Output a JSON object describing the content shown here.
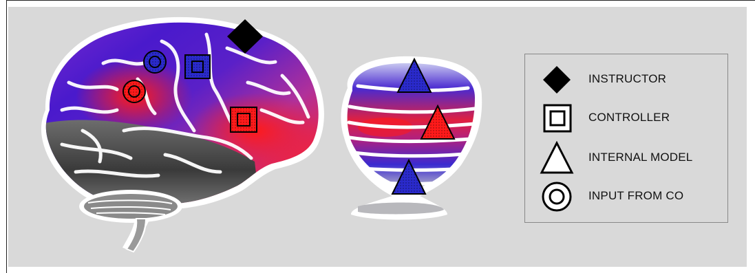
{
  "legend": {
    "items": [
      {
        "label": "INSTRUCTOR",
        "icon": "diamond-icon"
      },
      {
        "label": "CONTROLLER",
        "icon": "square-icon"
      },
      {
        "label": "INTERNAL MODEL",
        "icon": "triangle-icon"
      },
      {
        "label": "INPUT FROM CO",
        "icon": "circle-icon"
      }
    ]
  },
  "colors": {
    "background": "#d9d9d9",
    "blue": "#2a2acc",
    "red": "#ff1a1a",
    "black": "#000000",
    "grey": "#555555"
  },
  "markers": {
    "brain": [
      "diamond-icon",
      "circle-icon",
      "circle-icon",
      "square-icon",
      "square-icon"
    ],
    "cerebellum": [
      "triangle-icon",
      "triangle-icon",
      "triangle-icon"
    ]
  }
}
